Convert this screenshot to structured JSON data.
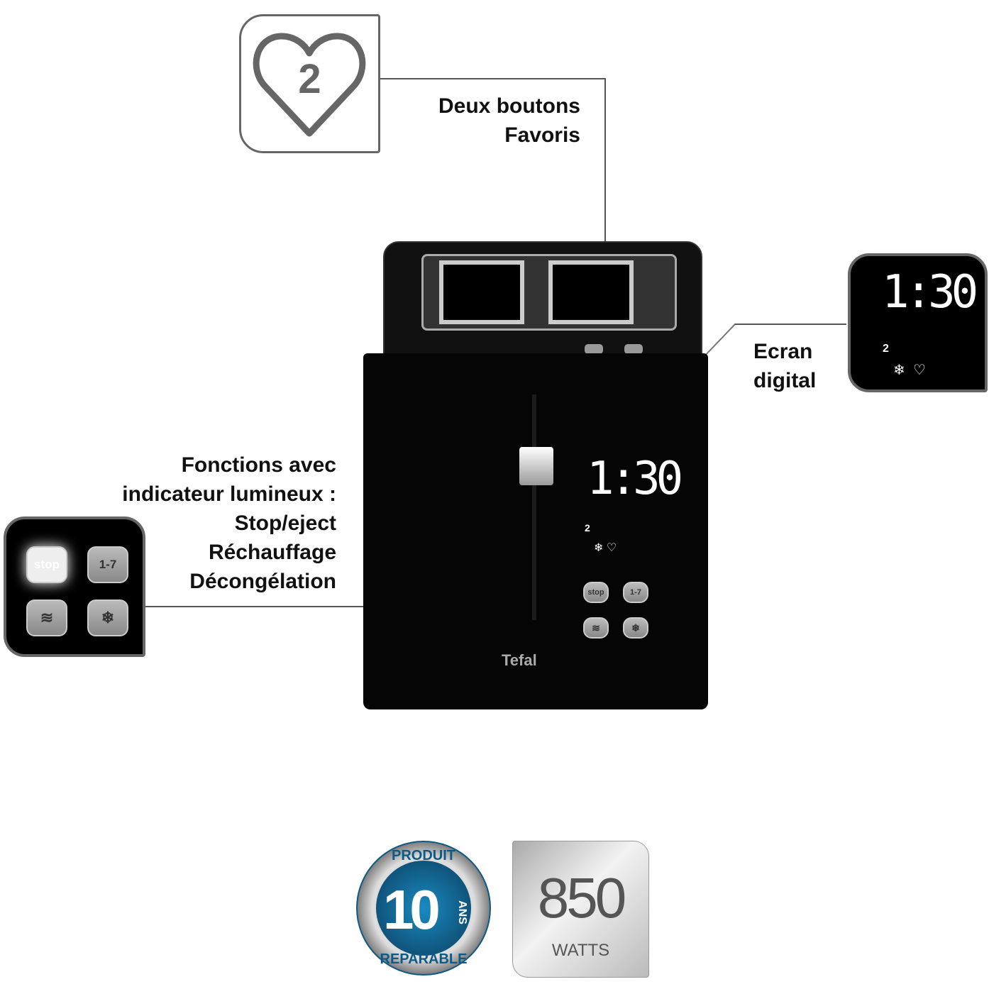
{
  "favorites": {
    "badge_number": "2",
    "label_line1": "Deux boutons",
    "label_line2": "Favoris"
  },
  "display": {
    "label_line1": "Ecran",
    "label_line2": "digital",
    "time": "1:30",
    "level": "2"
  },
  "functions": {
    "lines": [
      "Fonctions avec",
      "indicateur lumineux :",
      "Stop/eject",
      "Réchauffage",
      "Décongélation"
    ],
    "buttons": {
      "stop": "stop",
      "levels": "1-7"
    }
  },
  "brand": "Tefal",
  "badges": {
    "repair_top": "PRODUIT",
    "repair_years": "10",
    "repair_unit": "ANS",
    "repair_bottom": "REPARABLE",
    "power_value": "850",
    "power_unit": "WATTS"
  },
  "colors": {
    "repair_blue": "#0e5a86",
    "toaster": "#0a0a0a"
  }
}
